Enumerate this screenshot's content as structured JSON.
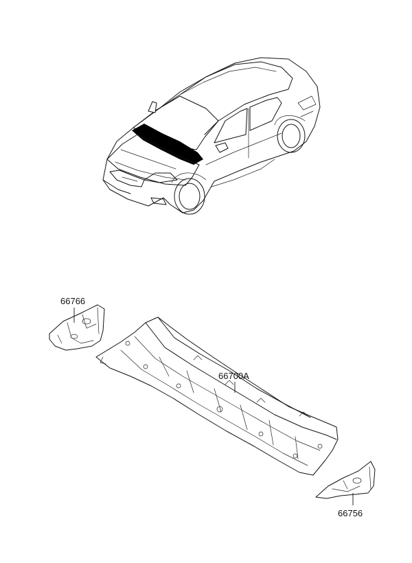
{
  "diagram": {
    "parts": [
      {
        "id": "left-bracket",
        "number": "66766"
      },
      {
        "id": "cowl-panel",
        "number": "66700A"
      },
      {
        "id": "right-bracket",
        "number": "66756"
      }
    ]
  },
  "colors": {
    "line": "#111111",
    "background": "#ffffff",
    "highlight": "#000000"
  }
}
